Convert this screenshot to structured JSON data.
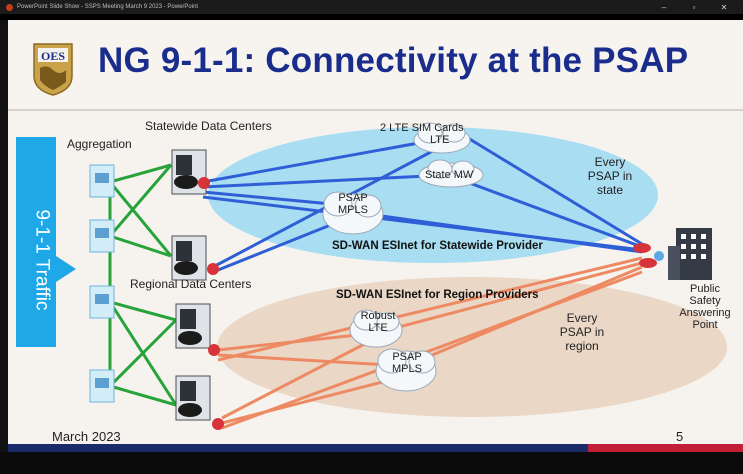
{
  "window": {
    "title": "PowerPoint Slide Show - SSPS Meeting March 9 2023 - PowerPoint",
    "controls": [
      "–",
      "▫",
      "✕"
    ]
  },
  "slide": {
    "title": "NG 9-1-1: Connectivity at the PSAP",
    "logo_text": "OES",
    "labels": {
      "statewide_dc": "Statewide Data Centers",
      "aggregation": "Aggregation",
      "regional_dc": "Regional Data Centers",
      "traffic": "9-1-1 Traffic",
      "sim_cards": "2 LTE SIM Cards",
      "lte": "LTE",
      "state_mw": "State MW",
      "psap_mpls_top": "PSAP\nMPLS",
      "esinet_statewide": "SD-WAN ESInet for Statewide Provider",
      "esinet_region": "SD-WAN ESInet for Region Providers",
      "robust_lte": "Robust\nLTE",
      "psap_mpls_bottom": "PSAP\nMPLS",
      "every_psap_state": "Every\nPSAP in\nstate",
      "every_psap_region": "Every\nPSAP in\nregion",
      "psap_building": "Public\nSafety\nAnswering\nPoint"
    },
    "footer": {
      "date": "March 2023",
      "page": "5"
    },
    "colors": {
      "title": "#1a2d8c",
      "statewide_ellipse": "#a9ddf2",
      "region_ellipse": "#ead7c6",
      "statewide_lines": "#2f5fd7",
      "region_lines": "#ee8a63",
      "aggregation_lines": "#27a33a",
      "traffic_arrow": "#1ea8e8"
    }
  }
}
